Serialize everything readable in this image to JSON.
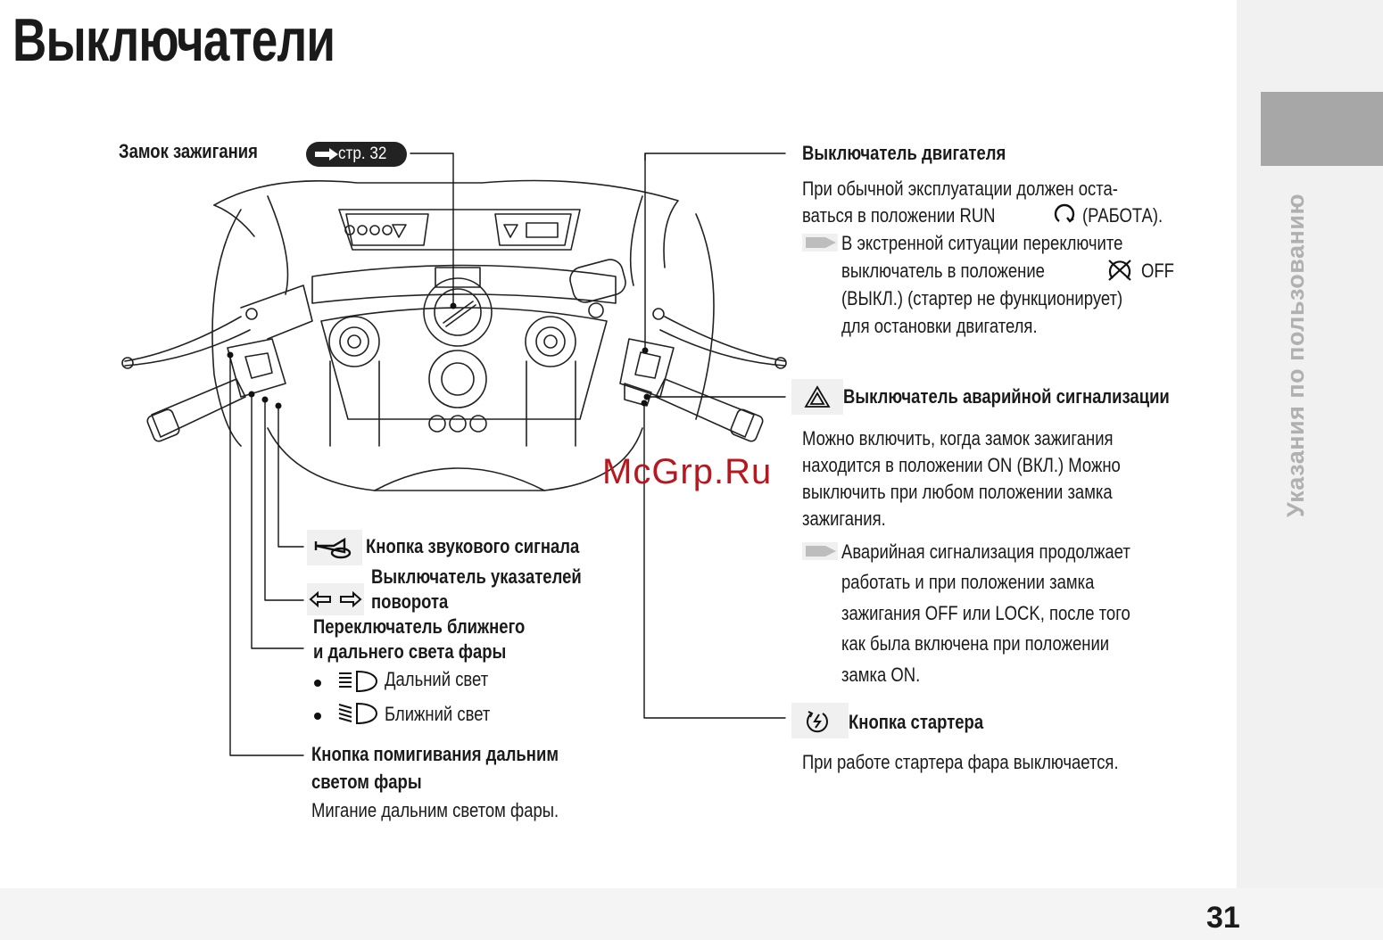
{
  "page": {
    "title": "Выключатели",
    "page_number": "31",
    "side_tab_label": "Указания по пользованию",
    "watermark": "McGrp.Ru"
  },
  "ignition": {
    "label": "Замок зажигания",
    "page_ref": "стр. 32"
  },
  "engine_switch": {
    "title": "Выключатель двигателя",
    "text_lines": [
      "При обычной эксплуатации должен оста-",
      "ваться в положении RUN",
      "(РАБОТА)."
    ],
    "note_lines": [
      "В экстренной ситуации переключите",
      "выключатель в положение",
      "OFF",
      "(ВЫКЛ.) (стартер не функционирует)",
      "для остановки двигателя."
    ]
  },
  "hazard_switch": {
    "title": "Выключатель аварийной сигнализации",
    "text_lines": [
      "Можно включить, когда замок зажигания",
      "находится в положении ON (ВКЛ.) Можно",
      "выключить при любом положении замка",
      "зажигания."
    ],
    "note_lines": [
      "Аварийная сигнализация продолжает",
      "работать и при положении замка",
      "зажигания OFF или LOCK, после того",
      "как была включена при положении",
      "замка ON."
    ]
  },
  "starter": {
    "title": "Кнопка стартера",
    "text": "При работе стартера фара выключается."
  },
  "horn": {
    "label": "Кнопка звукового сигнала"
  },
  "turn_signal": {
    "label_lines": [
      "Выключатель указателей",
      "поворота"
    ]
  },
  "headlight": {
    "label_lines": [
      "Переключатель ближнего",
      "и дальнего света фары"
    ],
    "high_beam": "Дальний свет",
    "low_beam": "Ближний свет"
  },
  "passing": {
    "label_lines": [
      "Кнопка помигивания дальним",
      "светом фары"
    ],
    "text": "Мигание дальним светом фары."
  }
}
